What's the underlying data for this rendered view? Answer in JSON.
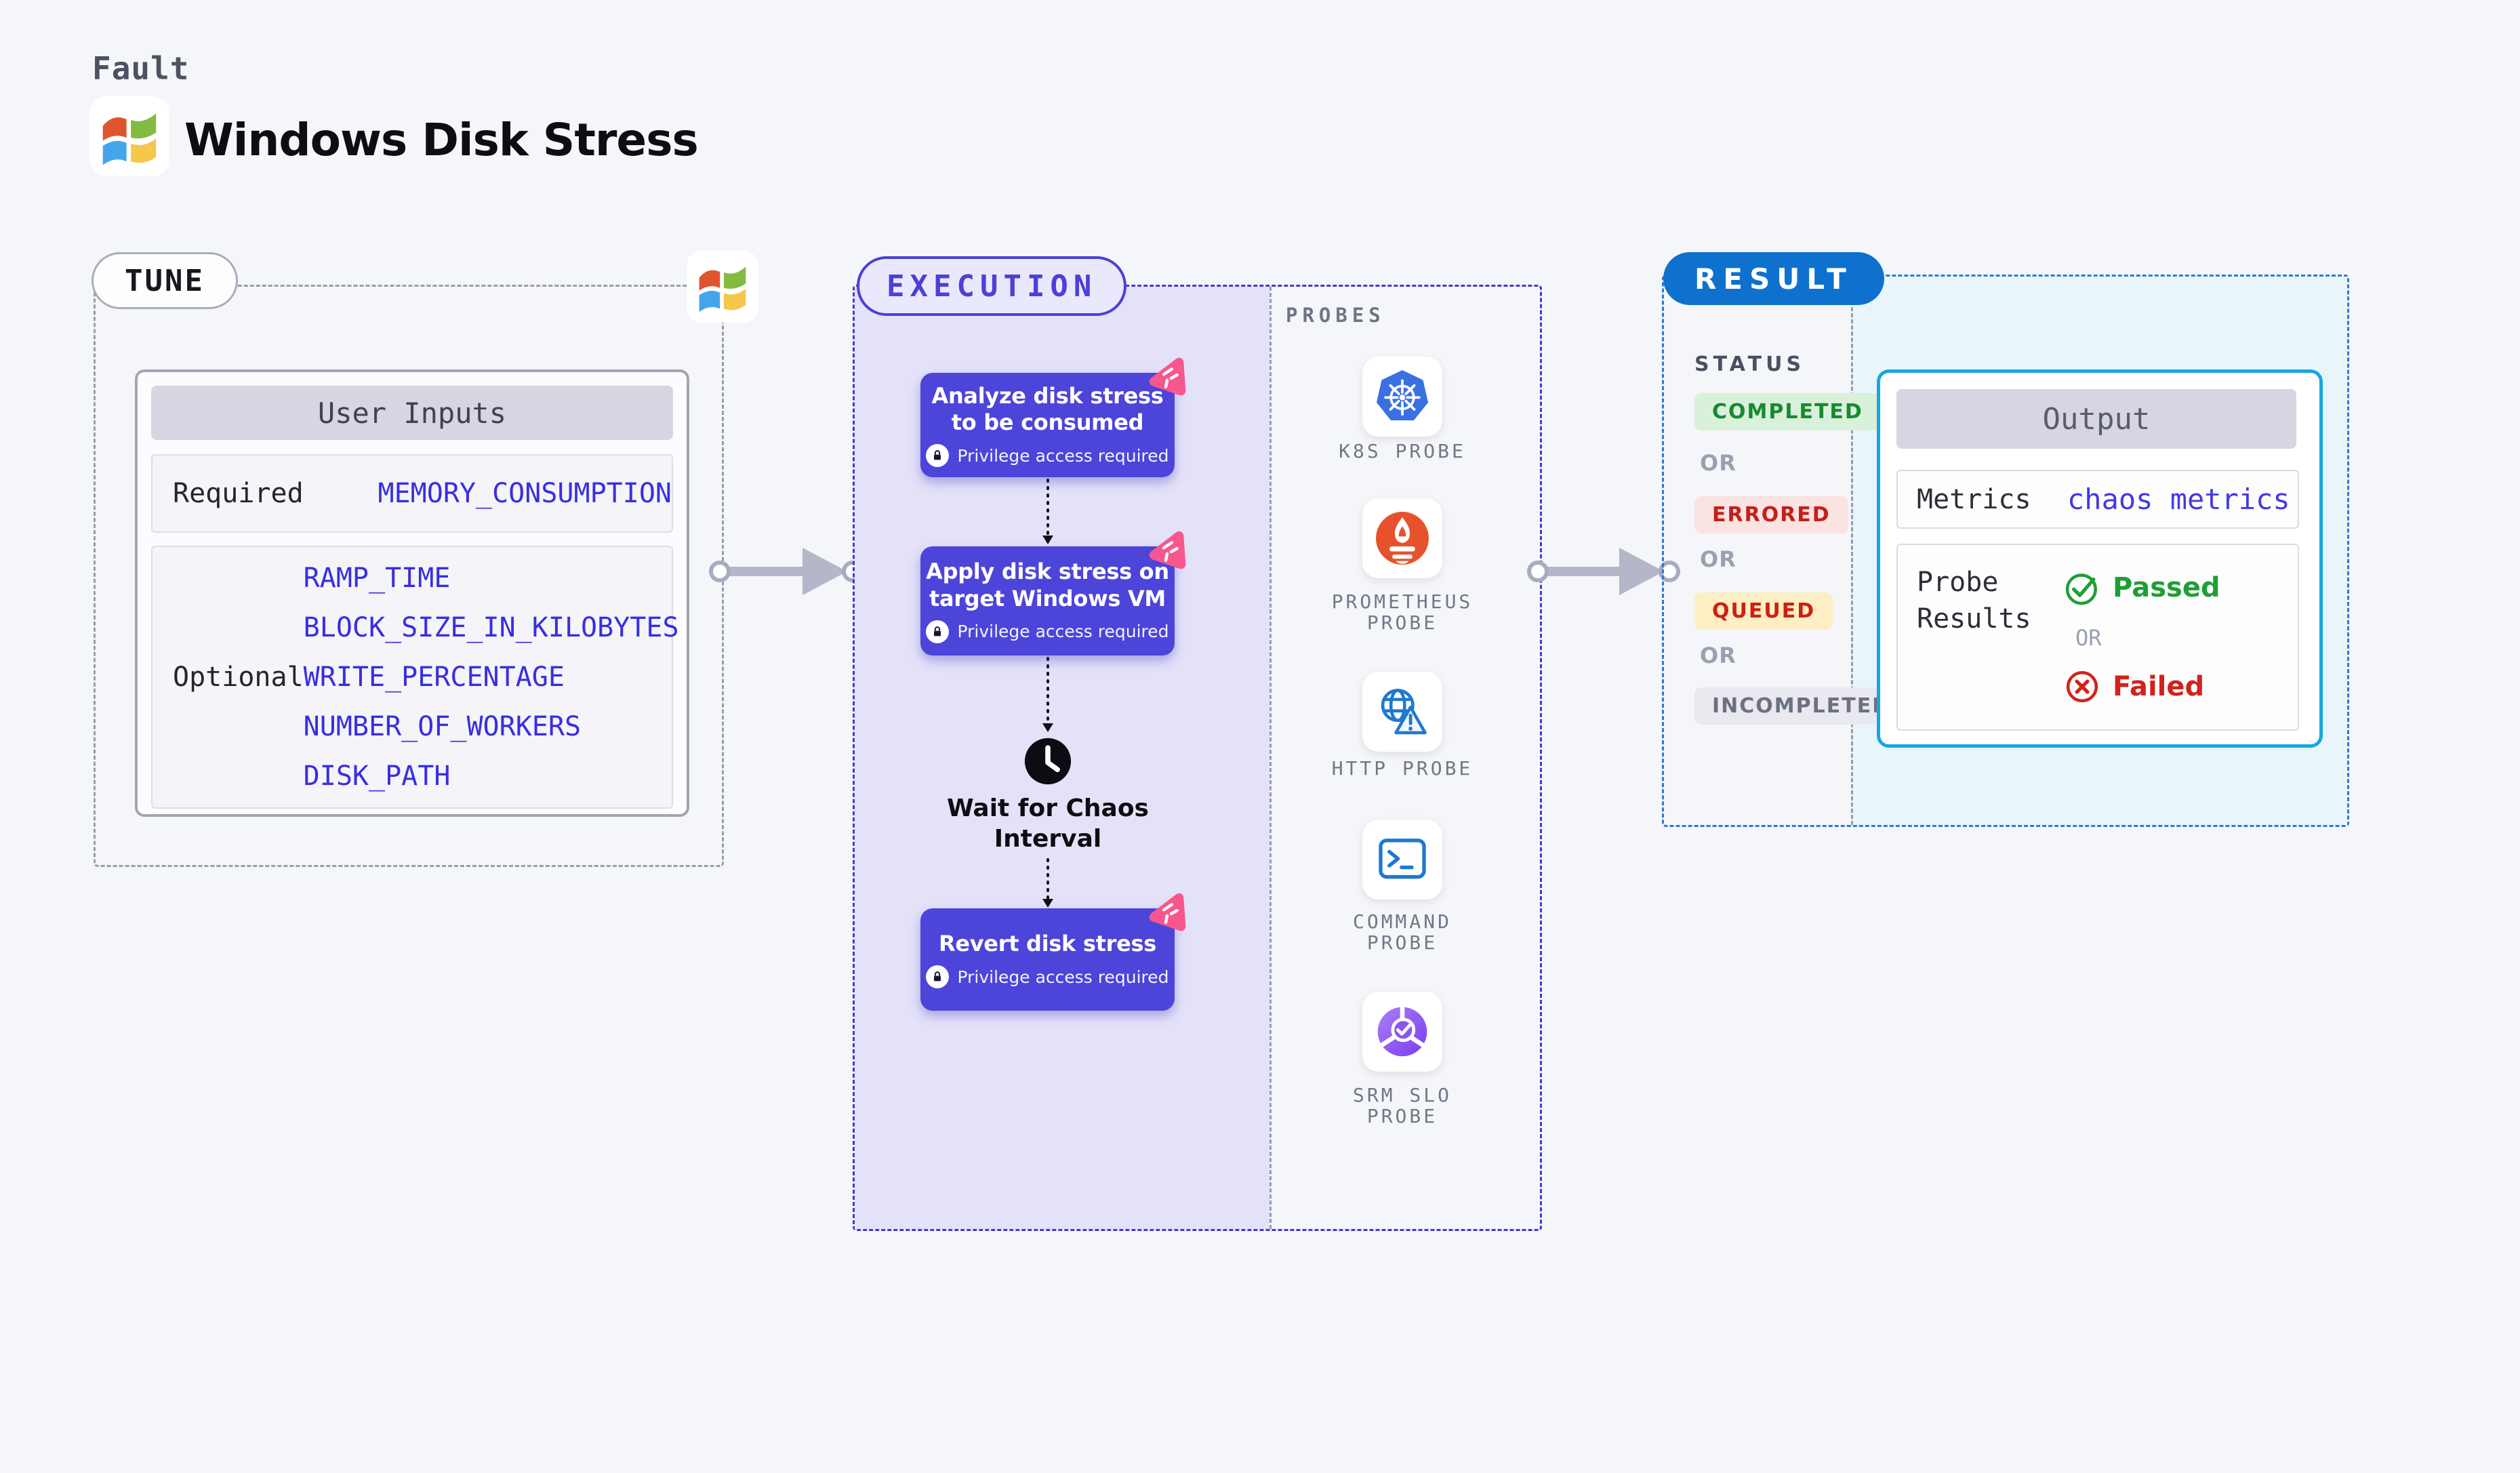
{
  "header": {
    "kicker": "Fault",
    "title": "Windows Disk Stress"
  },
  "tune": {
    "badge": "TUNE",
    "card_title": "User Inputs",
    "required_label": "Required",
    "required_params": [
      "MEMORY_CONSUMPTION"
    ],
    "optional_label": "Optional",
    "optional_params": [
      "RAMP_TIME",
      "BLOCK_SIZE_IN_KILOBYTES",
      "WRITE_PERCENTAGE",
      "NUMBER_OF_WORKERS",
      "DISK_PATH"
    ]
  },
  "execution": {
    "badge": "EXECUTION",
    "steps": [
      {
        "title": "Analyze disk stress\nto be consumed",
        "note": "Privilege access required"
      },
      {
        "title": "Apply disk stress on\ntarget Windows VM",
        "note": "Privilege access required"
      },
      {
        "title": "Wait for Chaos\nInterval",
        "type": "wait"
      },
      {
        "title": "Revert disk stress",
        "note": "Privilege access required"
      }
    ]
  },
  "probes": {
    "heading": "PROBES",
    "items": [
      {
        "label": "K8S PROBE",
        "icon": "kubernetes-icon"
      },
      {
        "label": "PROMETHEUS PROBE",
        "icon": "prometheus-icon"
      },
      {
        "label": "HTTP PROBE",
        "icon": "http-globe-icon"
      },
      {
        "label": "COMMAND PROBE",
        "icon": "terminal-icon"
      },
      {
        "label": "SRM SLO PROBE",
        "icon": "srm-slo-icon"
      }
    ]
  },
  "result": {
    "badge": "RESULT",
    "status_heading": "STATUS",
    "or_label": "OR",
    "statuses": [
      {
        "label": "COMPLETED",
        "text_color": "#168a2f",
        "bg_color": "#d9f0db"
      },
      {
        "label": "ERRORED",
        "text_color": "#c3201a",
        "bg_color": "#fbe3e2"
      },
      {
        "label": "QUEUED",
        "text_color": "#cd2013",
        "bg_color": "#fdefc3"
      },
      {
        "label": "INCOMPLETED",
        "text_color": "#6c7180",
        "bg_color": "#e9e9ef"
      }
    ],
    "output": {
      "title": "Output",
      "metrics_label": "Metrics",
      "metrics_value": "chaos metrics",
      "probe_results_label": "Probe Results",
      "passed": "Passed",
      "or_label": "OR",
      "failed": "Failed"
    }
  },
  "colors": {
    "accent_indigo": "#4c40d9",
    "node_purple": "#4d44da",
    "execution_fill": "#e4e2f9",
    "result_blue": "#0e71cd",
    "output_border": "#16a7e0",
    "param_blue": "#382ee0",
    "chaos_pink": "#f7578c",
    "passed_green": "#1e9e35",
    "failed_red": "#d2221a"
  }
}
